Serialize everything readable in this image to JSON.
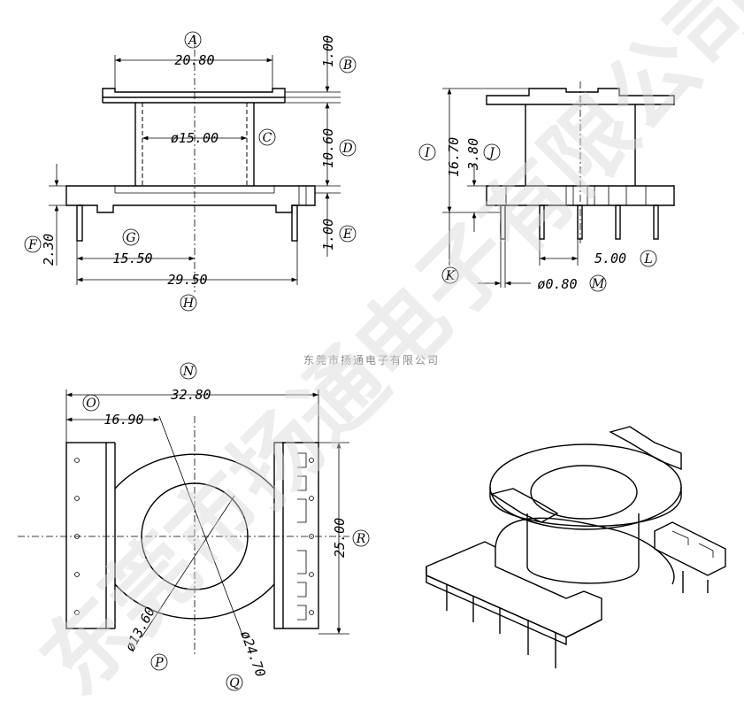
{
  "watermark": "东莞市扬通电子有限公司",
  "company": "东莞市扬通电子有限公司",
  "labels": {
    "A": "A",
    "B": "B",
    "C": "C",
    "D": "D",
    "E": "E",
    "F": "F",
    "G": "G",
    "H": "H",
    "I": "I",
    "J": "J",
    "K": "K",
    "L": "L",
    "M": "M",
    "N": "N",
    "O": "O",
    "P": "P",
    "Q": "Q",
    "R": "R"
  },
  "dims": {
    "A": "20.80",
    "B": "1.00",
    "C": "ø15.00",
    "D": "10.60",
    "E": "1.00",
    "F": "2.30",
    "G": "15.50",
    "H": "29.50",
    "I": "16.70",
    "J": "3.80",
    "L": "5.00",
    "M": "ø0.80",
    "N": "32.80",
    "O": "16.90",
    "P": "ø13.60",
    "Q": "ø24.70",
    "R": "25.00"
  }
}
